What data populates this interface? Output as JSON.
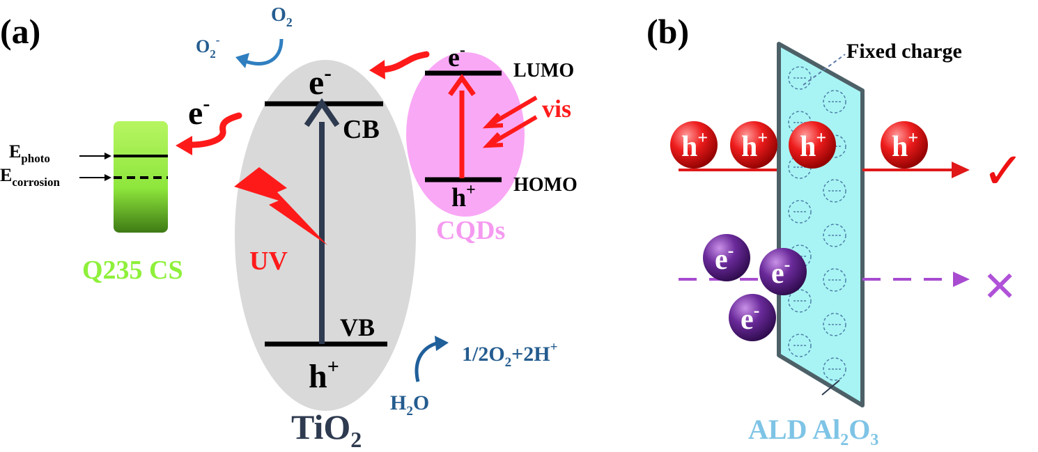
{
  "panel_a": {
    "label": "(a)",
    "o2_top": {
      "main": "O",
      "sub": "2"
    },
    "superoxide": {
      "main": "O",
      "sub": "2",
      "sup": "-"
    },
    "e_cb": {
      "main": "e",
      "sup": "-"
    },
    "e_steel": {
      "main": "e",
      "sup": "-"
    },
    "cb": "CB",
    "vb": "VB",
    "h_vb": {
      "main": "h",
      "sup": "+"
    },
    "uv": "UV",
    "tio2": {
      "main": "TiO",
      "sub": "2"
    },
    "h2o": {
      "main": "H",
      "sub": "2",
      "tail": "O"
    },
    "water_product": {
      "pre": "1/2O",
      "sub": "2",
      "mid": "+2H",
      "sup": "+"
    },
    "cqd_e": {
      "main": "e",
      "sup": "-"
    },
    "cqd_h": {
      "main": "h",
      "sup": "+"
    },
    "lumo": "LUMO",
    "homo": "HOMO",
    "vis": "vis",
    "cqds": "CQDs",
    "e_photo": {
      "main": "E",
      "sub": "photo"
    },
    "e_corrosion": {
      "main": "E",
      "sub": "corrosion"
    },
    "q235": "Q235 CS"
  },
  "panel_b": {
    "label": "(b)",
    "fixed_charge": "Fixed charge",
    "hole": {
      "main": "h",
      "sup": "+"
    },
    "electron": {
      "main": "e",
      "sup": "-"
    },
    "check": "✓",
    "cross": "✕",
    "ald": {
      "pre": "ALD Al",
      "sub1": "2",
      "mid": "O",
      "sub2": "3"
    }
  },
  "colors": {
    "red": "#ff1a1a",
    "dark_navy": "#2e3a4f",
    "blue_text": "#245c8f",
    "green": "#8ef03a",
    "pink": "#f59af0",
    "cyan": "#a8f4f4",
    "purple": "#a84bd0",
    "label_green": "#8ef03a",
    "label_pink": "#f59af0",
    "label_cyan": "#7ec4e6"
  }
}
